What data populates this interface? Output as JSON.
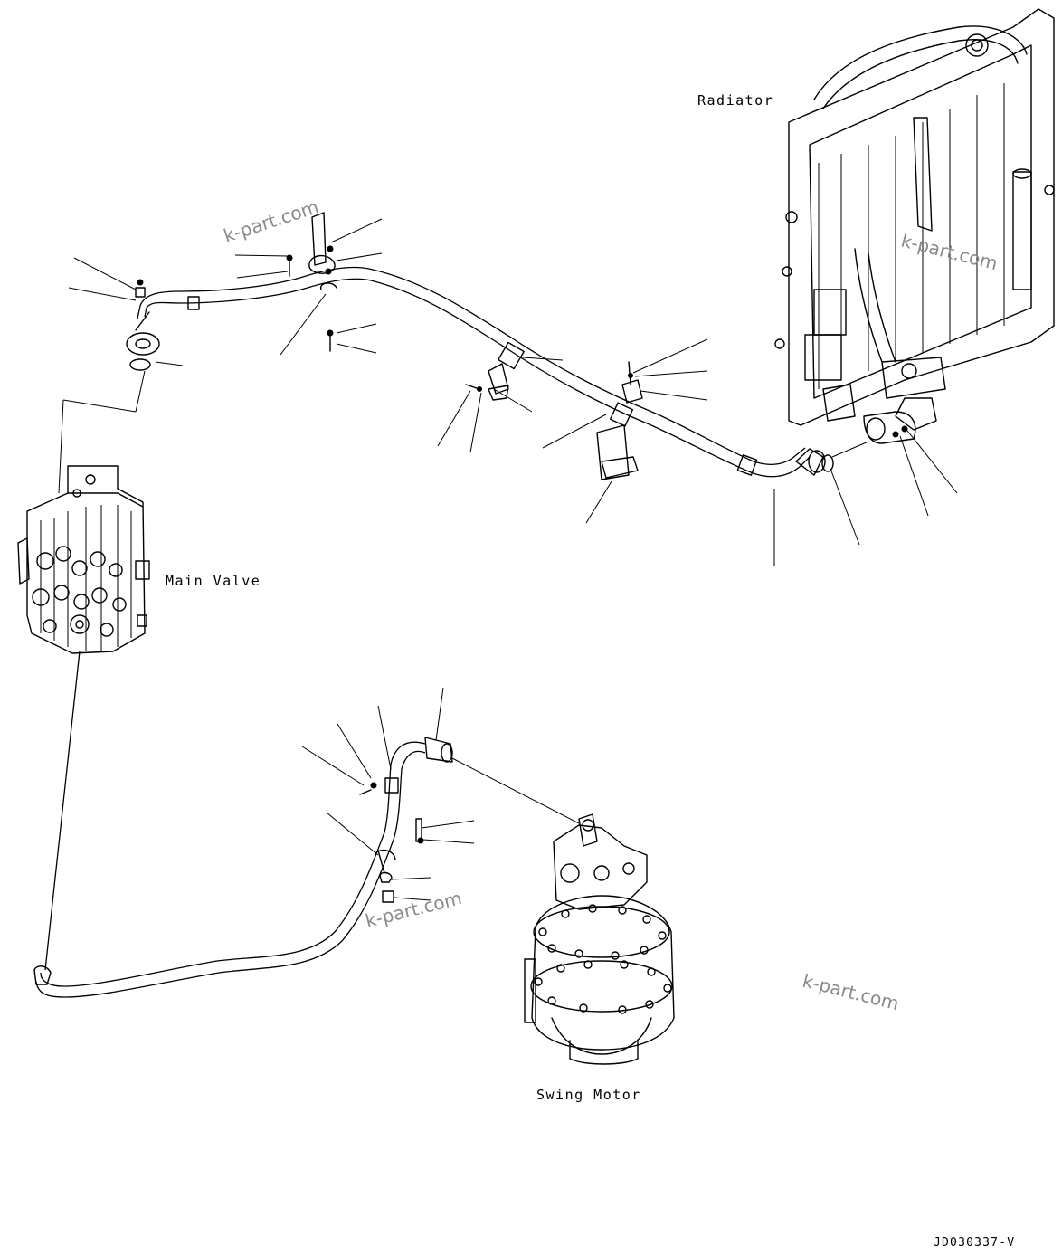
{
  "labels": {
    "radiator": "Radiator",
    "main_valve": "Main Valve",
    "swing_motor": "Swing Motor",
    "drawing_code": "JD030337-V"
  },
  "watermarks": [
    "k-part.com",
    "k-part.com",
    "k-part.com",
    "k-part.com"
  ],
  "colors": {
    "line": "#000000",
    "watermark": "#8a8a8a",
    "background": "#ffffff"
  }
}
